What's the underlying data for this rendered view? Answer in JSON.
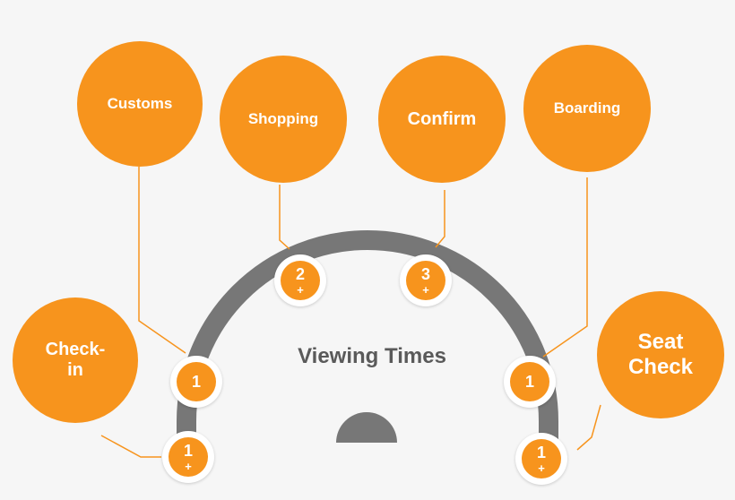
{
  "diagram": {
    "center_title": "Viewing Times",
    "stages": [
      {
        "id": "checkin",
        "label": "Check-\nin"
      },
      {
        "id": "customs",
        "label": "Customs"
      },
      {
        "id": "shopping",
        "label": "Shopping"
      },
      {
        "id": "confirm",
        "label": "Confirm"
      },
      {
        "id": "boarding",
        "label": "Boarding"
      },
      {
        "id": "seatcheck",
        "label": "Seat\nCheck"
      }
    ],
    "badges": [
      {
        "id": "checkin",
        "number": "1",
        "plus": "+"
      },
      {
        "id": "customs",
        "number": "1",
        "plus": ""
      },
      {
        "id": "shopping",
        "number": "2",
        "plus": "+"
      },
      {
        "id": "confirm",
        "number": "3",
        "plus": "+"
      },
      {
        "id": "boarding",
        "number": "1",
        "plus": ""
      },
      {
        "id": "seatcheck",
        "number": "1",
        "plus": "+"
      }
    ]
  },
  "colors": {
    "accent": "#f7941d",
    "arc": "#777777",
    "text_dark": "#5a5a5a",
    "background": "#f6f6f6"
  }
}
